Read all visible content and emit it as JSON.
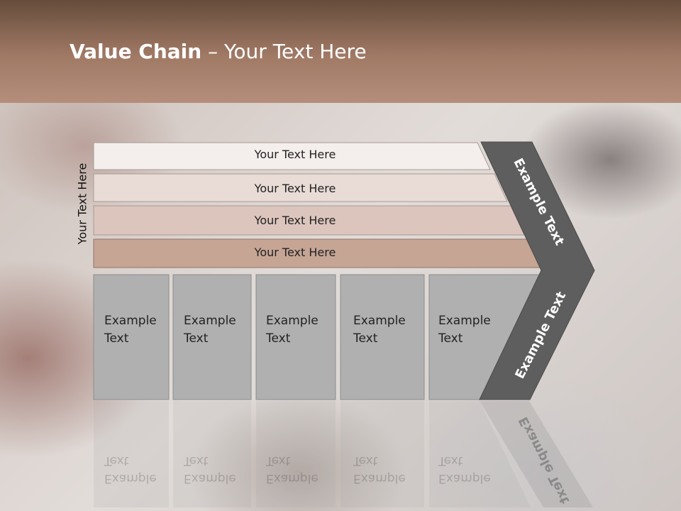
{
  "slide": {
    "title_bold": "Value Chain",
    "title_rest": " – Your Text Here",
    "side_label": "Your Text Here"
  },
  "bars": [
    {
      "label": "Your Text Here",
      "fill": "#f4efed"
    },
    {
      "label": "Your Text Here",
      "fill": "#e9dcd6"
    },
    {
      "label": "Your Text Here",
      "fill": "#dcc5bc"
    },
    {
      "label": "Your Text Here",
      "fill": "#c6a595"
    }
  ],
  "columns": [
    {
      "line1": "Example",
      "line2": "Text"
    },
    {
      "line1": "Example",
      "line2": "Text"
    },
    {
      "line1": "Example",
      "line2": "Text"
    },
    {
      "line1": "Example",
      "line2": "Text"
    },
    {
      "line1": "Example",
      "line2": "Text"
    }
  ],
  "chevron": {
    "upper_label": "Example Text",
    "lower_label": "Example Text",
    "fill": "#5e5e5e"
  },
  "colors": {
    "header_top": "#664c3b",
    "header_bottom": "#b58e7b",
    "column_fill": "#b0b0b0"
  }
}
